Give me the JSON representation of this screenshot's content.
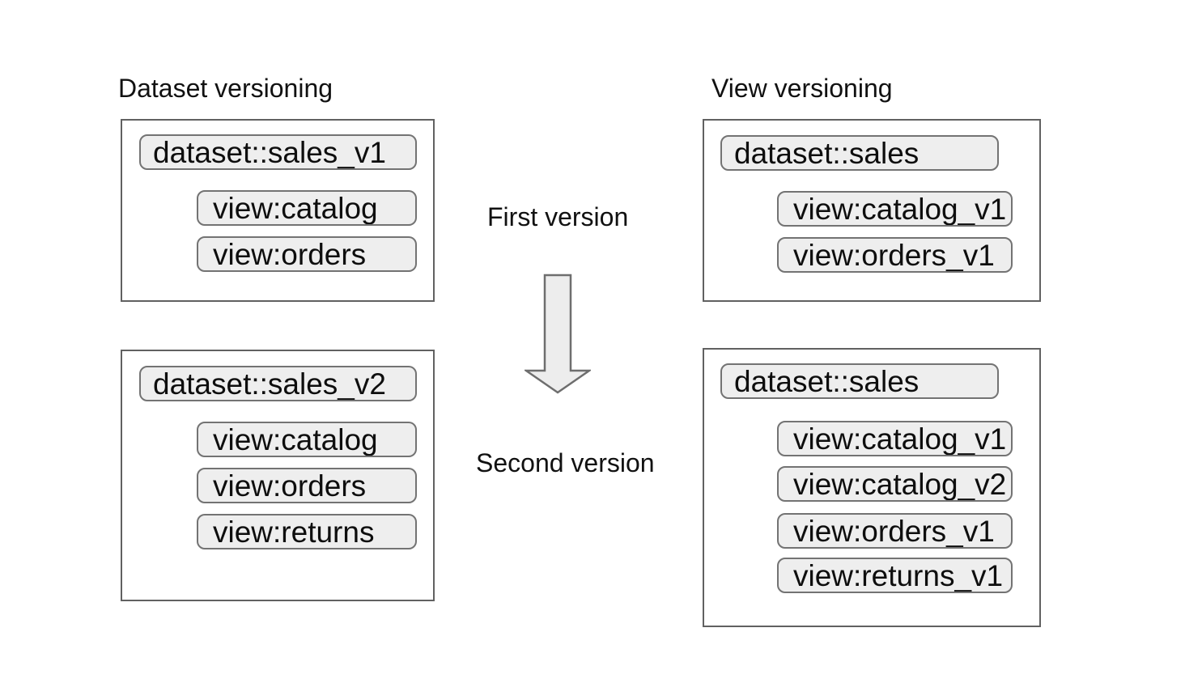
{
  "diagram": {
    "columns": [
      {
        "title": "Dataset versioning",
        "versions": [
          {
            "dataset": "dataset::sales_v1",
            "views": [
              "view:catalog",
              "view:orders"
            ]
          },
          {
            "dataset": "dataset::sales_v2",
            "views": [
              "view:catalog",
              "view:orders",
              "view:returns"
            ]
          }
        ]
      },
      {
        "title": "View versioning",
        "versions": [
          {
            "dataset": "dataset::sales",
            "views": [
              "view:catalog_v1",
              "view:orders_v1"
            ]
          },
          {
            "dataset": "dataset::sales",
            "views": [
              "view:catalog_v1",
              "view:catalog_v2",
              "view:orders_v1",
              "view:returns_v1"
            ]
          }
        ]
      }
    ],
    "center": {
      "first_label": "First version",
      "second_label": "Second version",
      "arrow_icon": "down-arrow-icon"
    },
    "colors": {
      "background": "#ffffff",
      "box_border": "#616161",
      "pill_fill": "#eeeeee",
      "pill_border": "#737373",
      "arrow_fill": "#ededed",
      "arrow_border": "#6e6e6e",
      "text": "#111111"
    }
  }
}
